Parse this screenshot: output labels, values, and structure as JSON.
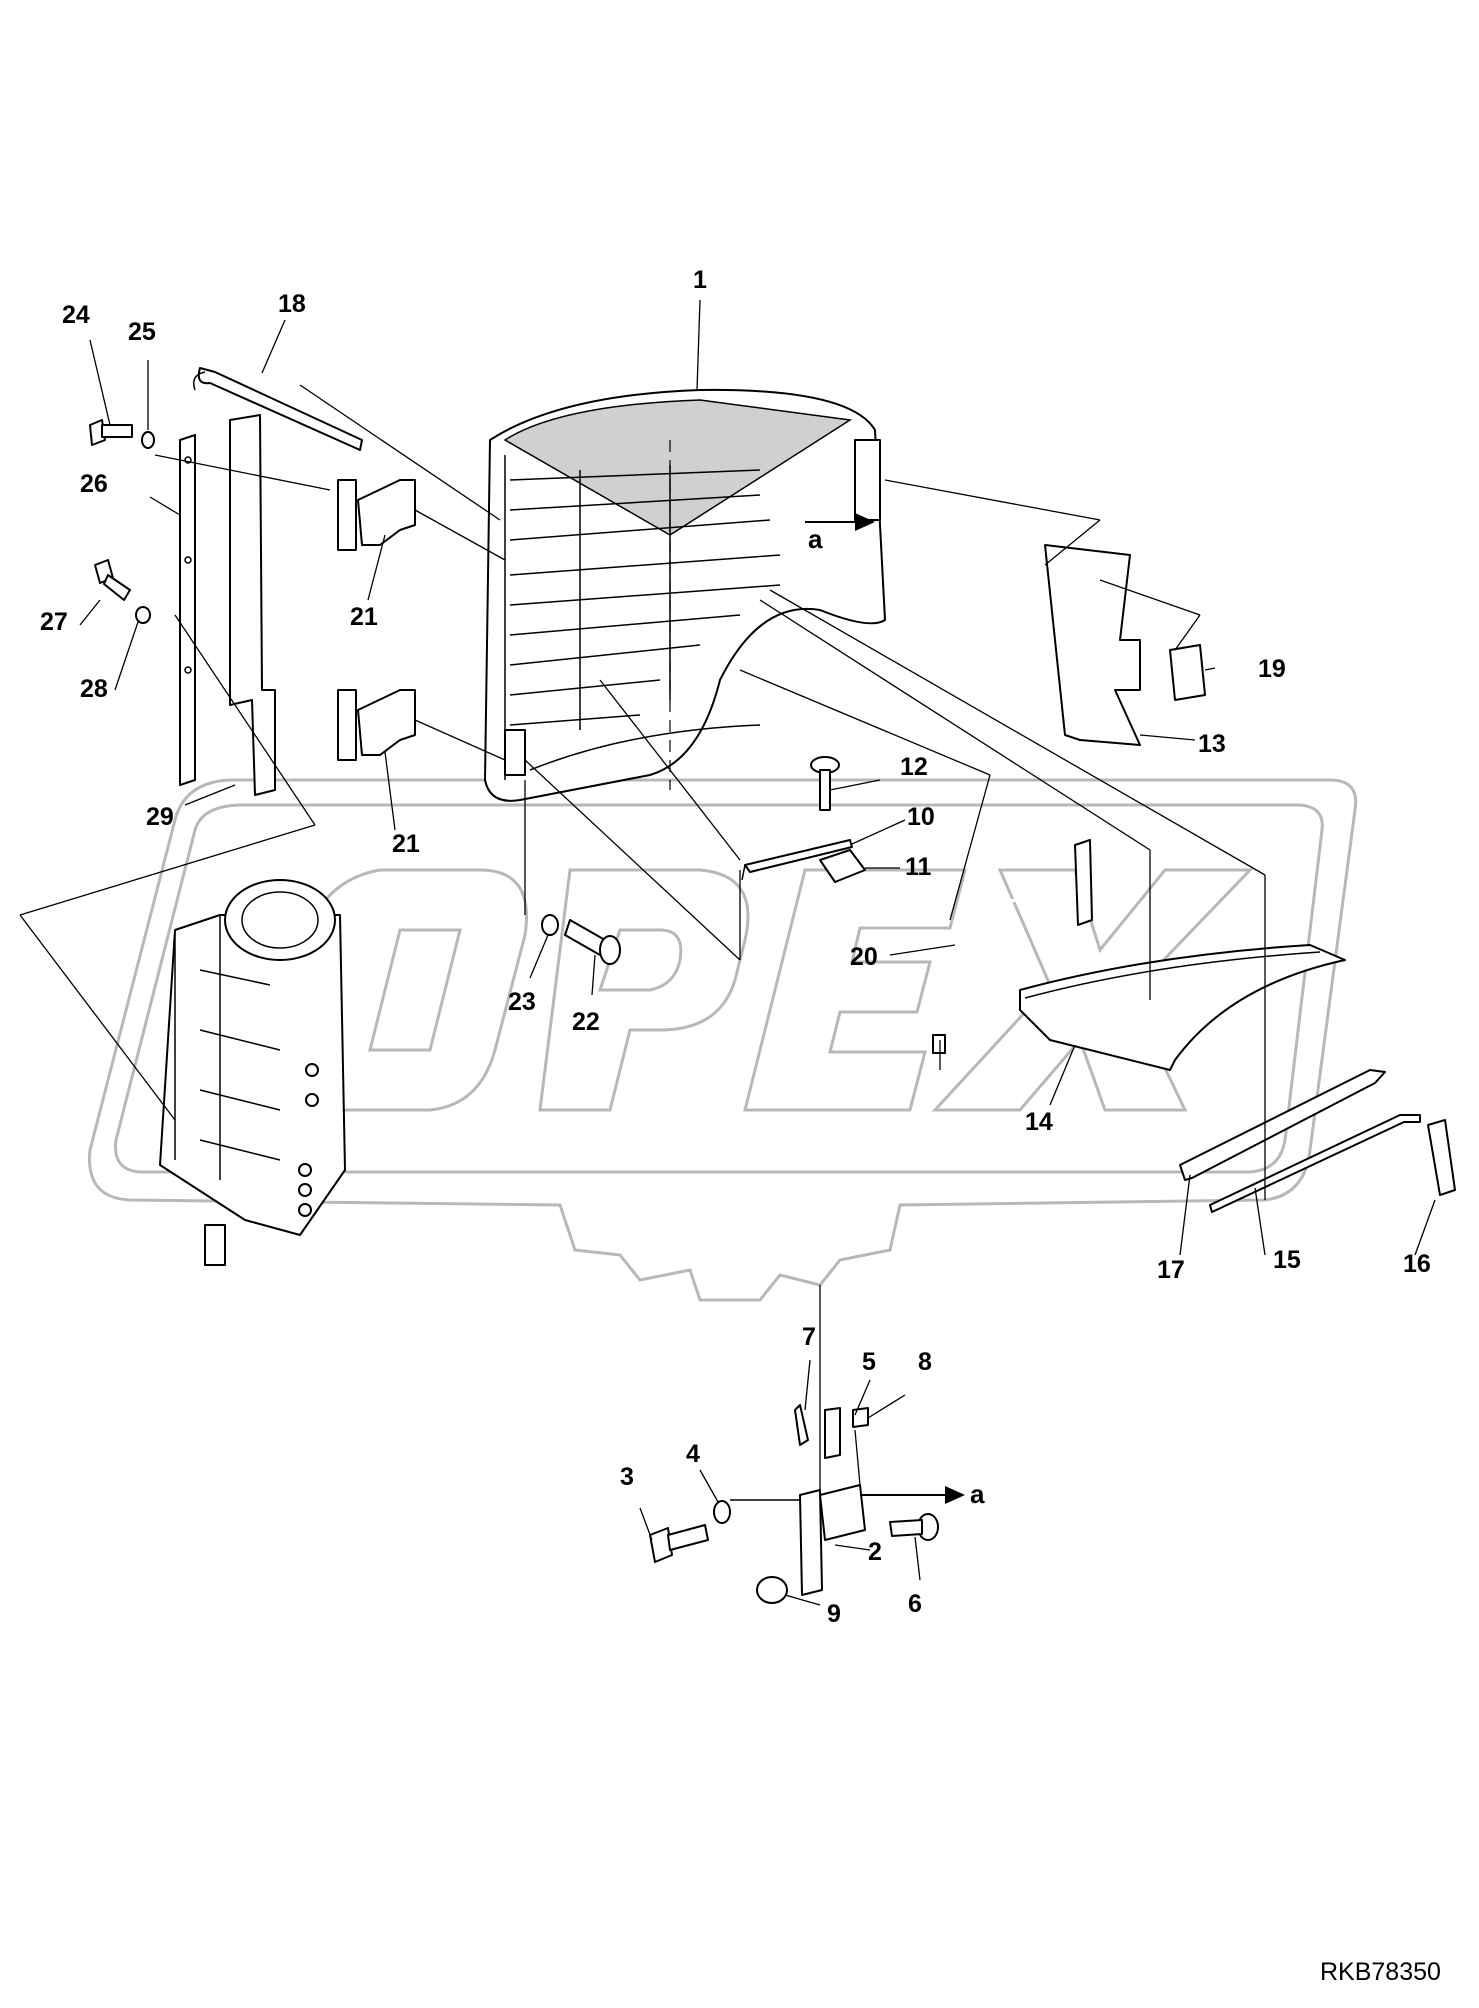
{
  "drawing_code": "RKB78350",
  "watermark": {
    "brand": "OPEX"
  },
  "direction_marker": "a",
  "callouts": [
    {
      "id": "c1",
      "label": "1"
    },
    {
      "id": "c2",
      "label": "2"
    },
    {
      "id": "c3",
      "label": "3"
    },
    {
      "id": "c4",
      "label": "4"
    },
    {
      "id": "c5",
      "label": "5"
    },
    {
      "id": "c6",
      "label": "6"
    },
    {
      "id": "c7",
      "label": "7"
    },
    {
      "id": "c8",
      "label": "8"
    },
    {
      "id": "c9",
      "label": "9"
    },
    {
      "id": "c10",
      "label": "10"
    },
    {
      "id": "c11",
      "label": "11"
    },
    {
      "id": "c12",
      "label": "12"
    },
    {
      "id": "c13",
      "label": "13"
    },
    {
      "id": "c14",
      "label": "14"
    },
    {
      "id": "c15",
      "label": "15"
    },
    {
      "id": "c16",
      "label": "16"
    },
    {
      "id": "c17",
      "label": "17"
    },
    {
      "id": "c18",
      "label": "18"
    },
    {
      "id": "c19",
      "label": "19"
    },
    {
      "id": "c20",
      "label": "20"
    },
    {
      "id": "c21a",
      "label": "21"
    },
    {
      "id": "c21b",
      "label": "21"
    },
    {
      "id": "c22",
      "label": "22"
    },
    {
      "id": "c23",
      "label": "23"
    },
    {
      "id": "c24",
      "label": "24"
    },
    {
      "id": "c25",
      "label": "25"
    },
    {
      "id": "c26",
      "label": "26"
    },
    {
      "id": "c27",
      "label": "27"
    },
    {
      "id": "c28",
      "label": "28"
    },
    {
      "id": "c29",
      "label": "29"
    }
  ]
}
